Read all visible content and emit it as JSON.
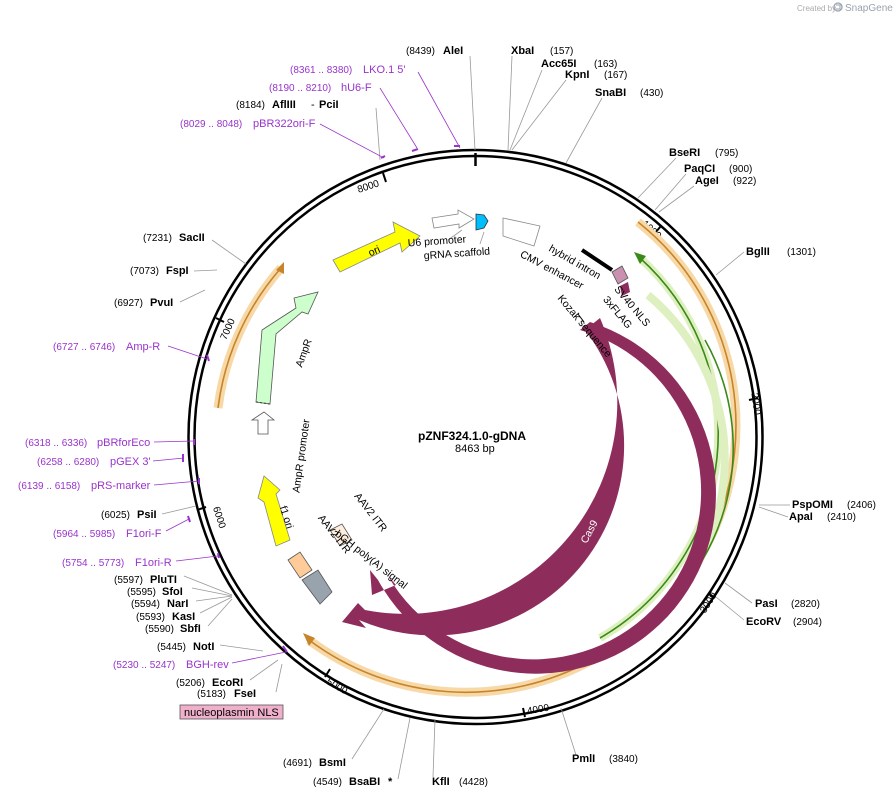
{
  "credit": {
    "prefix": "Created by",
    "brand": "SnapGene"
  },
  "plasmid": {
    "name": "pZNF324.1.0-gDNA",
    "length_label": "8463 bp"
  },
  "ring_ticks": [
    "1000",
    "2000",
    "3000",
    "4000",
    "5000",
    "6000",
    "7000",
    "8000"
  ],
  "sites": [
    {
      "name": "AleI",
      "pos": "(8439)"
    },
    {
      "name": "XbaI",
      "pos": "(157)"
    },
    {
      "name": "Acc65I",
      "pos": "(163)"
    },
    {
      "name": "KpnI",
      "pos": "(167)"
    },
    {
      "name": "SnaBI",
      "pos": "(430)"
    },
    {
      "name": "BseRI",
      "pos": "(795)"
    },
    {
      "name": "PaqCI",
      "pos": "(900)"
    },
    {
      "name": "AgeI",
      "pos": "(922)"
    },
    {
      "name": "BglII",
      "pos": "(1301)"
    },
    {
      "name": "PspOMI",
      "pos": "(2406)"
    },
    {
      "name": "ApaI",
      "pos": "(2410)"
    },
    {
      "name": "PasI",
      "pos": "(2820)"
    },
    {
      "name": "EcoRV",
      "pos": "(2904)"
    },
    {
      "name": "PmlI",
      "pos": "(3840)"
    },
    {
      "name": "KflI",
      "pos": "(4428)"
    },
    {
      "name": "BsaBI",
      "pos": "(4549)",
      "suffix": "*"
    },
    {
      "name": "BsmI",
      "pos": "(4691)"
    },
    {
      "name": "FseI",
      "pos": "(5183)"
    },
    {
      "name": "EcoRI",
      "pos": "(5206)"
    },
    {
      "name": "NotI",
      "pos": "(5445)"
    },
    {
      "name": "SbfI",
      "pos": "(5590)"
    },
    {
      "name": "KasI",
      "pos": "(5593)"
    },
    {
      "name": "NarI",
      "pos": "(5594)"
    },
    {
      "name": "SfoI",
      "pos": "(5595)"
    },
    {
      "name": "PluTI",
      "pos": "(5597)"
    },
    {
      "name": "PsiI",
      "pos": "(6025)"
    },
    {
      "name": "PvuI",
      "pos": "(6927)"
    },
    {
      "name": "FspI",
      "pos": "(7073)"
    },
    {
      "name": "SacII",
      "pos": "(7231)"
    },
    {
      "name": "AflIII",
      "pos": "(8184)",
      "extra": "PciI"
    }
  ],
  "primers": [
    {
      "name": "LKO.1 5'",
      "range": "(8361 .. 8380)"
    },
    {
      "name": "hU6-F",
      "range": "(8190 .. 8210)"
    },
    {
      "name": "pBR322ori-F",
      "range": "(8029 .. 8048)"
    },
    {
      "name": "Amp-R",
      "range": "(6727 .. 6746)"
    },
    {
      "name": "pBRforEco",
      "range": "(6318 .. 6336)"
    },
    {
      "name": "pGEX 3'",
      "range": "(6258 .. 6280)"
    },
    {
      "name": "pRS-marker",
      "range": "(6139 .. 6158)"
    },
    {
      "name": "F1ori-F",
      "range": "(5964 .. 5985)"
    },
    {
      "name": "F1ori-R",
      "range": "(5754 .. 5773)"
    },
    {
      "name": "BGH-rev",
      "range": "(5230 .. 5247)"
    }
  ],
  "features": {
    "u6_promoter": "U6 promoter",
    "grna_scaffold": "gRNA scaffold",
    "hybrid_intron": "hybrid intron",
    "cmv_enhancer": "CMV enhancer",
    "sv40_nls": "SV40 NLS",
    "flag": "3xFLAG",
    "kozak": "Kozak sequence",
    "cas9_inner": "Cas9",
    "cas9_outer": "Cas9",
    "ori": "ori",
    "ampr": "AmpR",
    "ampr_promoter": "AmpR promoter",
    "f1_ori": "f1 ori",
    "aav2_itr_a": "AAV2 ITR",
    "aav2_itr_b": "AAV2 ITR",
    "bgh_polya": "bGH poly(A) signal",
    "nucleoplasmin_nls": "nucleoplasmin NLS"
  },
  "colors": {
    "cas9": "#8e2d5c",
    "ori": "#ffff00",
    "ampr": "#ccffcc",
    "promoter": "#ffffff",
    "scaffold": "#00bfff",
    "itr": "#ffcc99",
    "polya": "#99a3ad",
    "primer": "#9933cc",
    "orf_orange": "#f0b060",
    "orf_green": "#8cc63f",
    "nls_box": "#f0b0cc"
  }
}
